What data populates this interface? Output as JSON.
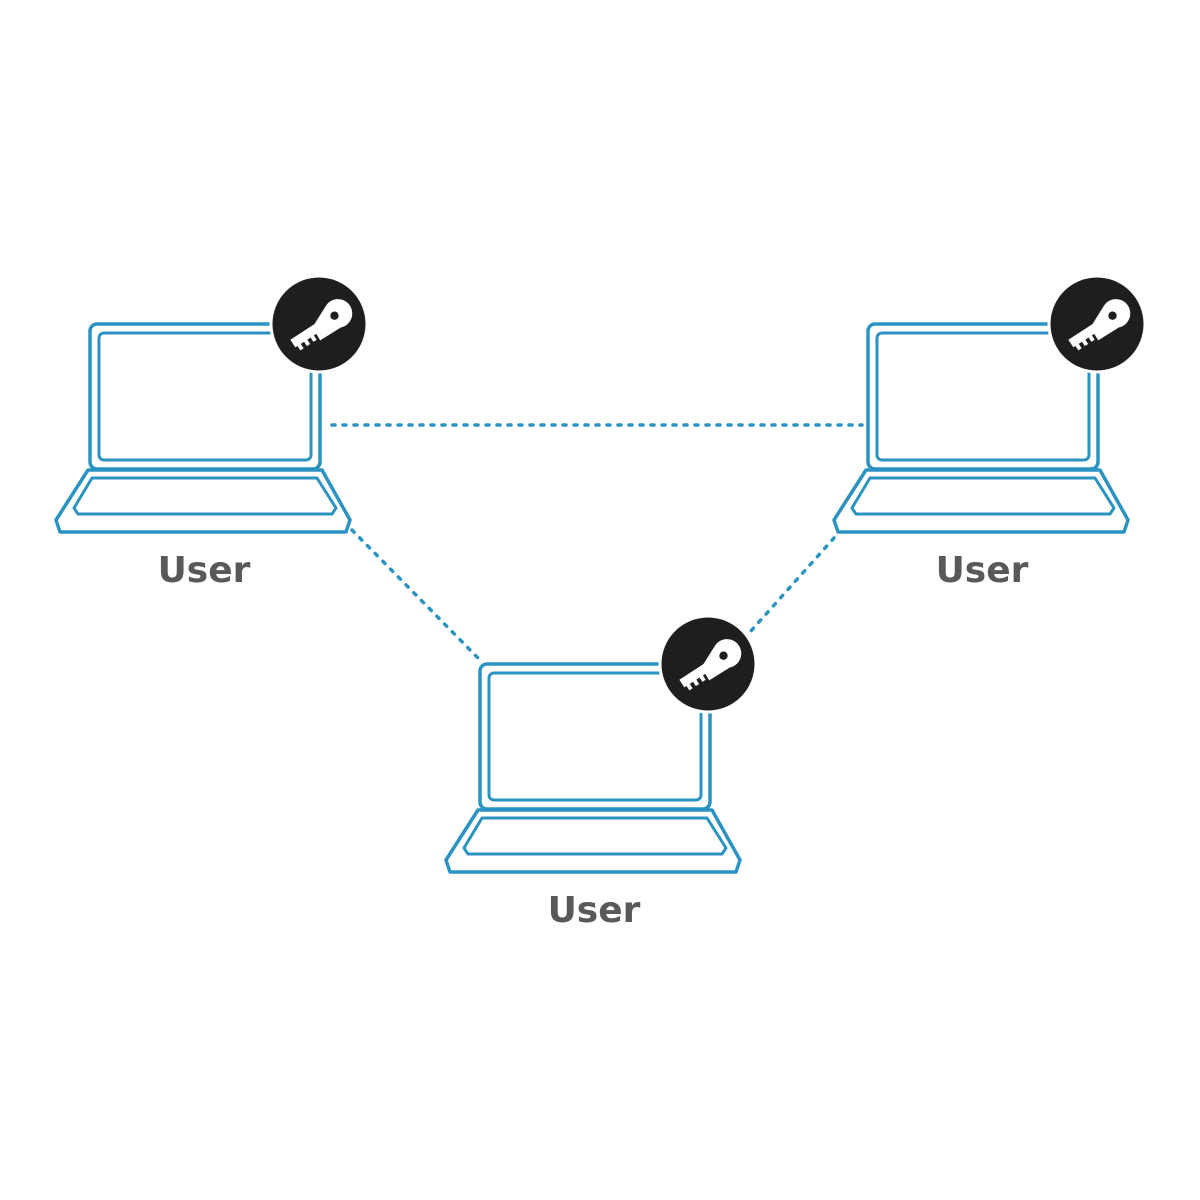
{
  "colors": {
    "laptop_stroke": "#2b93c2",
    "connection": "#2b93c2",
    "key_badge": "#1e1e1e",
    "key_glyph": "#ffffff",
    "label_text": "#58595b"
  },
  "nodes": [
    {
      "id": "left",
      "label": "User",
      "icon": "key-icon"
    },
    {
      "id": "right",
      "label": "User",
      "icon": "key-icon"
    },
    {
      "id": "bottom",
      "label": "User",
      "icon": "key-icon"
    }
  ],
  "connections": [
    {
      "from": "left",
      "to": "right",
      "style": "dotted"
    },
    {
      "from": "left",
      "to": "bottom",
      "style": "dotted"
    },
    {
      "from": "right",
      "to": "bottom",
      "style": "dotted"
    }
  ]
}
